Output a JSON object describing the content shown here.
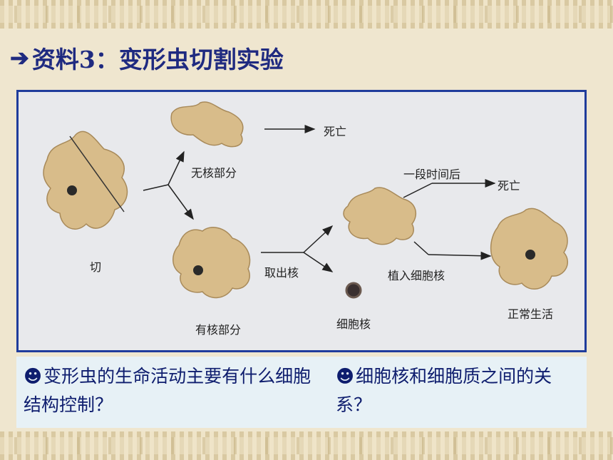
{
  "title": "资料3：变形虫切割实验",
  "title_arrow_icon": "arrow-right-icon",
  "figure": {
    "labels": {
      "cut": "切",
      "no_nucleus_part": "无核部分",
      "death_1": "死亡",
      "with_nucleus_part": "有核部分",
      "remove_nucleus": "取出核",
      "after_a_while": "一段时间后",
      "death_2": "死亡",
      "implant_nucleus": "植入细胞核",
      "nucleus": "细胞核",
      "normal_life": "正常生活"
    }
  },
  "questions": {
    "q1": "变形虫的生命活动主要有什么细胞结构控制？",
    "q2": "细胞核和细胞质之间的关系？",
    "bullet_icon": "smiley-icon"
  },
  "colors": {
    "title": "#1f2a80",
    "border": "#1f3c9c",
    "cell": "#d8bc8a",
    "question_text": "#0e1d6e"
  }
}
